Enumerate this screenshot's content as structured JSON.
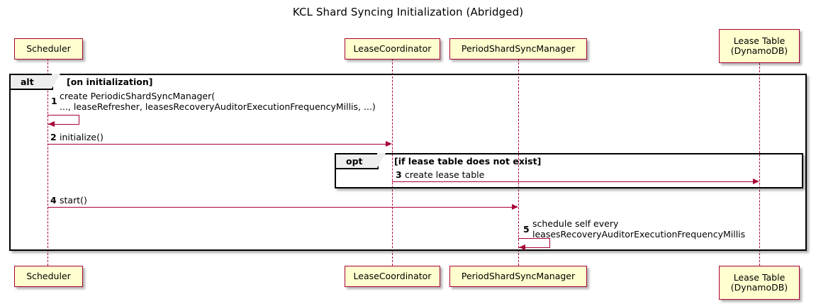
{
  "diagram": {
    "title": "KCL Shard Syncing Initialization (Abridged)",
    "type": "sequence-diagram",
    "colors": {
      "participant_fill": "#FEFECE",
      "participant_border": "#A80036",
      "lifeline": "#A80036",
      "arrow": "#A80036",
      "frame_border": "#000000",
      "frame_tab_fill": "#EEEEEE",
      "text": "#000000",
      "background": "#FFFFFF"
    }
  },
  "participants": [
    {
      "id": "scheduler",
      "label": "Scheduler"
    },
    {
      "id": "leasecoord",
      "label": "LeaseCoordinator"
    },
    {
      "id": "periodmanager",
      "label": "PeriodShardSyncManager"
    },
    {
      "id": "leasetable",
      "label": "Lease Table\n(DynamoDB)"
    }
  ],
  "fragments": [
    {
      "id": "alt-frame",
      "operator": "alt",
      "guard": "[on initialization]"
    },
    {
      "id": "opt-frame",
      "operator": "opt",
      "guard": "[if lease table does not exist]"
    }
  ],
  "messages": [
    {
      "number": "1",
      "text": "create PeriodicShardSyncManager(\n   ..., leaseRefresher, leasesRecoveryAuditorExecutionFrequencyMillis, ...)",
      "from": "scheduler",
      "to": "scheduler",
      "kind": "self"
    },
    {
      "number": "2",
      "text": "initialize()",
      "from": "scheduler",
      "to": "leasecoord",
      "kind": "sync"
    },
    {
      "number": "3",
      "text": "create lease table",
      "from": "leasecoord",
      "to": "leasetable",
      "kind": "sync"
    },
    {
      "number": "4",
      "text": "start()",
      "from": "scheduler",
      "to": "periodmanager",
      "kind": "sync"
    },
    {
      "number": "5",
      "text": "schedule self every\n  leasesRecoveryAuditorExecutionFrequencyMillis",
      "from": "periodmanager",
      "to": "periodmanager",
      "kind": "self"
    }
  ]
}
